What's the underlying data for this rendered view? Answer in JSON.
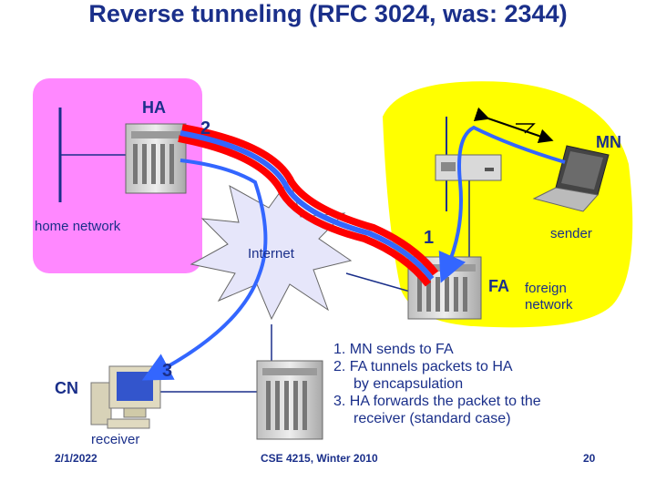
{
  "title": "Reverse tunneling (RFC 3024, was: 2344)",
  "labels": {
    "ha": "HA",
    "mn": "MN",
    "fa": "FA",
    "cn": "CN",
    "home_network": "home network",
    "internet": "Internet",
    "foreign_network_line1": "foreign",
    "foreign_network_line2": "network",
    "sender": "sender",
    "receiver": "receiver"
  },
  "step_numbers": {
    "one": "1",
    "two": "2",
    "three": "3"
  },
  "steps": [
    {
      "line1": "1. MN sends to FA",
      "line2": ""
    },
    {
      "line1": "2. FA tunnels packets to HA",
      "line2": "by encapsulation"
    },
    {
      "line1": "3. HA forwards the packet to the",
      "line2": "receiver (standard case)"
    }
  ],
  "footer": {
    "date": "2/1/2022",
    "course": "CSE 4215, Winter 2010",
    "page": "20"
  },
  "colors": {
    "home_area": "#ff88ff",
    "foreign_area": "#ffff00",
    "internet_area": "#e6e6fa",
    "tunnel_red": "#ff0000",
    "tunnel_blue": "#3366ff",
    "text": "#1a2f8a"
  }
}
